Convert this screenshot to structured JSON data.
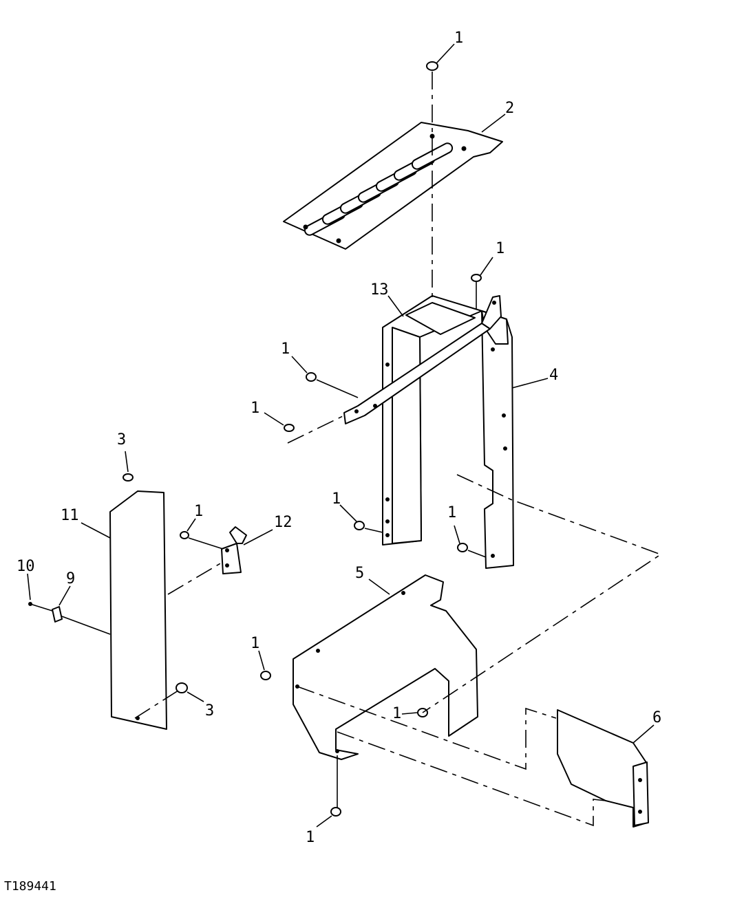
{
  "figure_id": "T189441",
  "callouts": {
    "c1": "1",
    "c2": "2",
    "c3": "3",
    "c4": "4",
    "c5": "5",
    "c6": "6",
    "c9": "9",
    "c10": "10",
    "c11": "11",
    "c12": "12",
    "c13": "13"
  }
}
